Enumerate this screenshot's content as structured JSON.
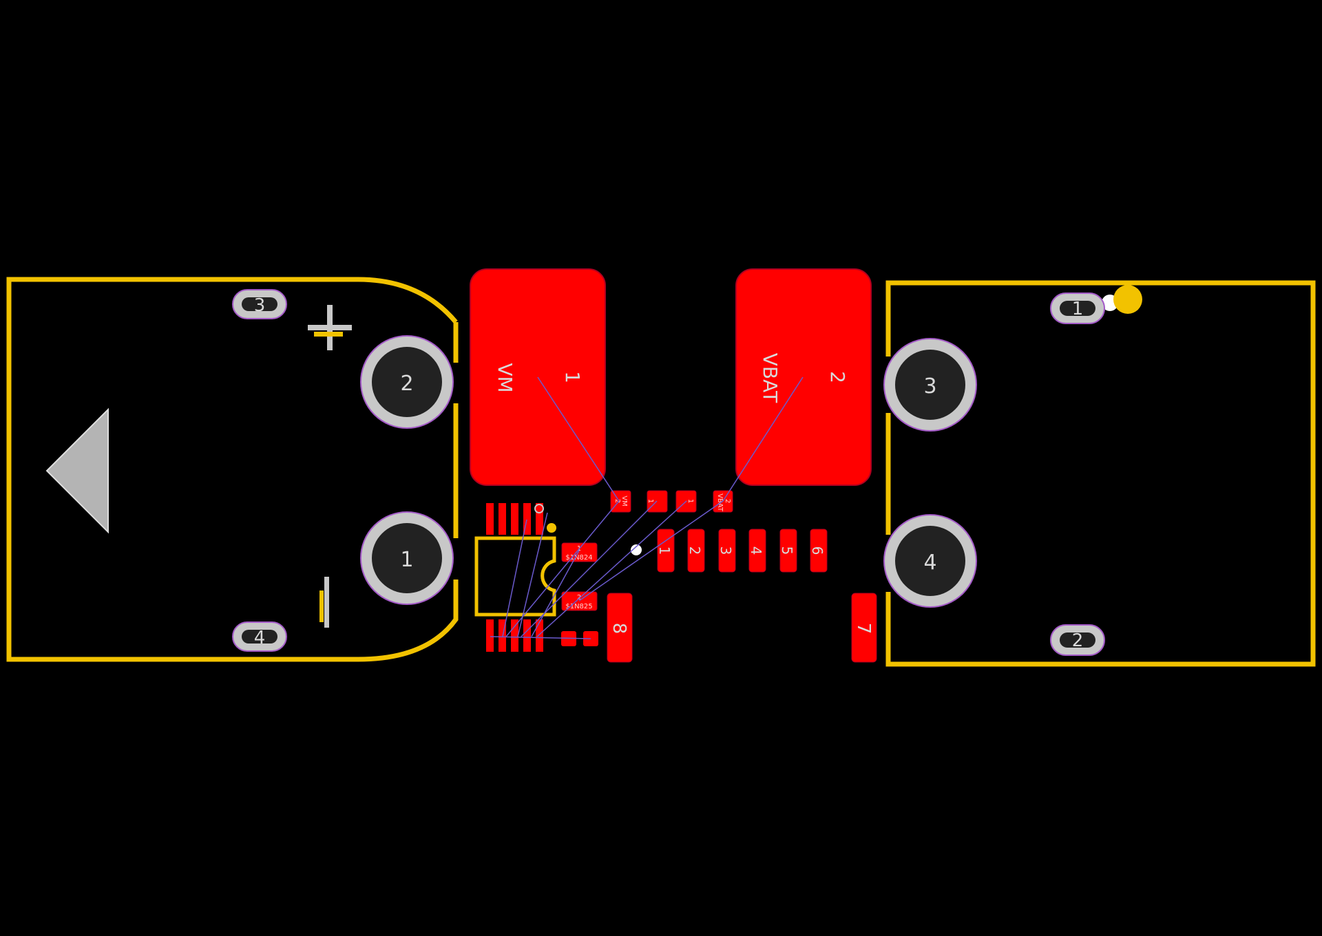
{
  "canvas": {
    "background": "#000000"
  },
  "colors": {
    "outline": "#f2c200",
    "pad": "#ff0000",
    "pad_border": "#b00020",
    "ring": "#c8c8c8",
    "hole": "#222222",
    "ratsnest": "#6a5acd",
    "marker": "#b4b4b4"
  },
  "left_connector": {
    "through_holes": [
      "2",
      "1"
    ],
    "slots": [
      "3",
      "4"
    ]
  },
  "right_connector": {
    "through_holes": [
      "3",
      "4"
    ],
    "slots": [
      "1",
      "2"
    ]
  },
  "big_pads": [
    {
      "number": "1",
      "net": "VM"
    },
    {
      "number": "2",
      "net": "VBAT"
    }
  ],
  "small_pads": [
    {
      "number": "2",
      "net": "VM"
    },
    {
      "number": "1",
      "net": ""
    },
    {
      "number": "1",
      "net": ""
    },
    {
      "number": "2",
      "net": "VBAT"
    }
  ],
  "header_pins": [
    "1",
    "2",
    "3",
    "4",
    "5",
    "6"
  ],
  "resistors": [
    {
      "number": "1",
      "net": "$1N824"
    },
    {
      "number": "2",
      "net": "$1N825"
    }
  ],
  "side_pads": [
    "8",
    "7"
  ]
}
